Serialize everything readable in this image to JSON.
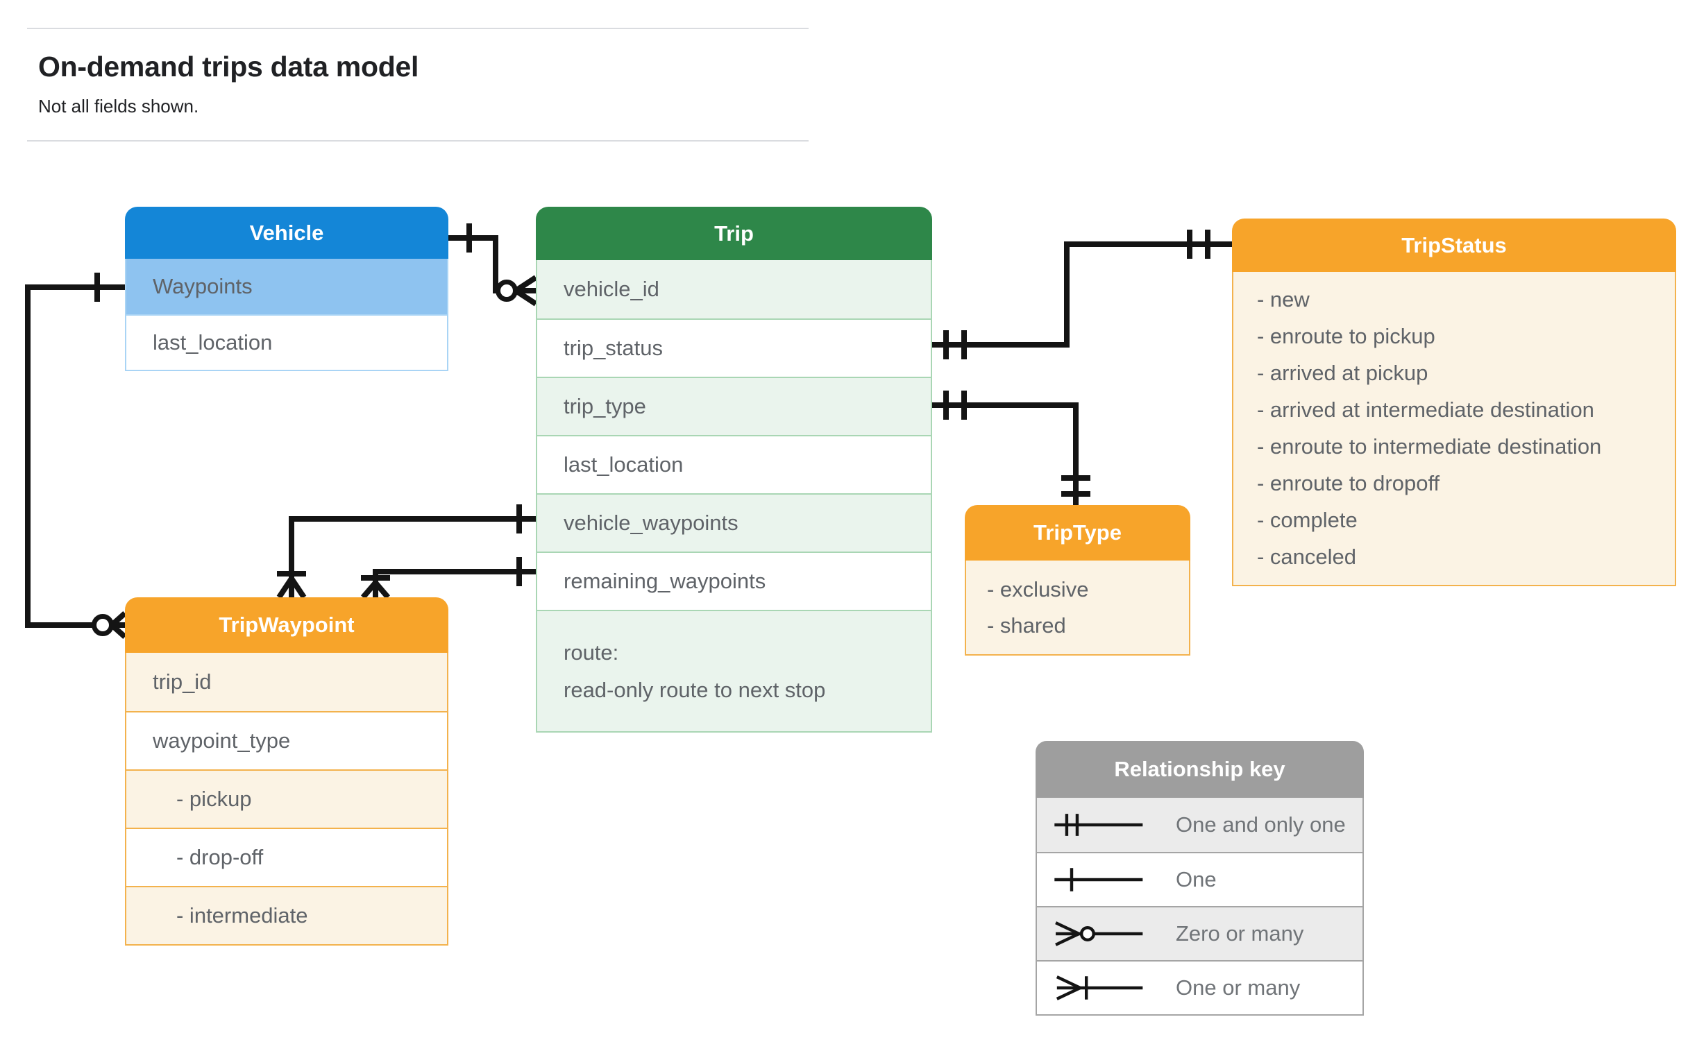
{
  "page": {
    "title": "On-demand trips data model",
    "subtitle": "Not all fields shown."
  },
  "entities": {
    "vehicle": {
      "title": "Vehicle",
      "fields": [
        "Waypoints",
        "last_location"
      ]
    },
    "trip": {
      "title": "Trip",
      "fields": [
        "vehicle_id",
        "trip_status",
        "trip_type",
        "last_location",
        "vehicle_waypoints",
        "remaining_waypoints"
      ],
      "route_field": [
        "route:",
        "read-only route to next stop"
      ]
    },
    "trip_status": {
      "title": "TripStatus",
      "values": [
        "- new",
        "- enroute to pickup",
        "- arrived at pickup",
        "- arrived at intermediate destination",
        "- enroute to intermediate destination",
        "- enroute to dropoff",
        "- complete",
        "- canceled"
      ]
    },
    "trip_type": {
      "title": "TripType",
      "values": [
        "- exclusive",
        "- shared"
      ]
    },
    "trip_waypoint": {
      "title": "TripWaypoint",
      "fields": [
        "trip_id",
        "waypoint_type"
      ],
      "values": [
        "- pickup",
        "- drop-off",
        "- intermediate"
      ]
    }
  },
  "legend": {
    "title": "Relationship key",
    "items": [
      {
        "symbol": "one-and-only-one-symbol",
        "label": "One and only one"
      },
      {
        "symbol": "one-symbol",
        "label": "One"
      },
      {
        "symbol": "zero-or-many-symbol",
        "label": "Zero or many"
      },
      {
        "symbol": "one-or-many-symbol",
        "label": "One or many"
      }
    ]
  },
  "colors": {
    "blue": "#1486D7",
    "blue_light": "#8EC3F0",
    "blue_border": "#A9D4F5",
    "green": "#2E8749",
    "green_light": "#EAF4ED",
    "green_border": "#A9D6B4",
    "orange": "#F7A42A",
    "orange_light": "#FBF3E4",
    "orange_border": "#F3B24D",
    "gray": "#9E9E9E",
    "gray_light": "#EBEBEB",
    "gray_border": "#A5A5A5",
    "text": "#5F6368",
    "legend_text": "#707478",
    "heading": "#202124",
    "divider": "#DADCE0",
    "connector": "#141414"
  }
}
